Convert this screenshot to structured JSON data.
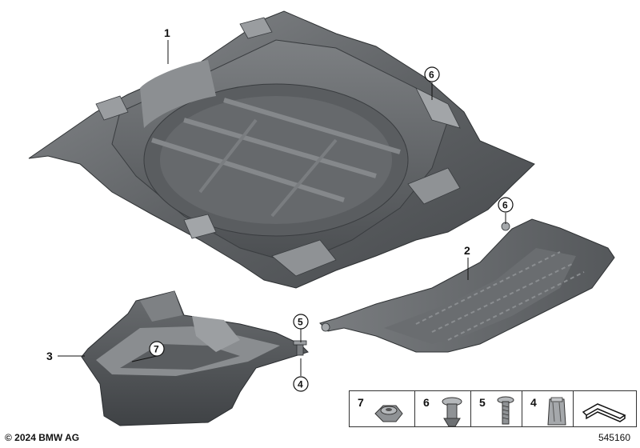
{
  "parts": [
    {
      "id": "part-1",
      "label": "1",
      "name": "trunk-floor-trim"
    },
    {
      "id": "part-2",
      "label": "2",
      "name": "cover-panel"
    },
    {
      "id": "part-3",
      "label": "3",
      "name": "storage-tray"
    }
  ],
  "callouts": {
    "c1": "1",
    "c2": "2",
    "c3": "3",
    "c4": "4",
    "c5": "5",
    "c6a": "6",
    "c6b": "6",
    "c7": "7"
  },
  "legend": [
    {
      "label": "7",
      "icon": "hex-nut-icon"
    },
    {
      "label": "6",
      "icon": "expanding-rivet-icon"
    },
    {
      "label": "5",
      "icon": "screw-icon"
    },
    {
      "label": "4",
      "icon": "clip-nut-icon"
    },
    {
      "label": "",
      "icon": "bracket-symbol-icon"
    }
  ],
  "footer": {
    "copyright": "© 2024 BMW AG",
    "diagram_id": "545160"
  },
  "colors": {
    "part_dark": "#4a4d50",
    "part_mid": "#6d7073",
    "part_light": "#9a9da0",
    "part_highlight": "#c4c6c8"
  }
}
